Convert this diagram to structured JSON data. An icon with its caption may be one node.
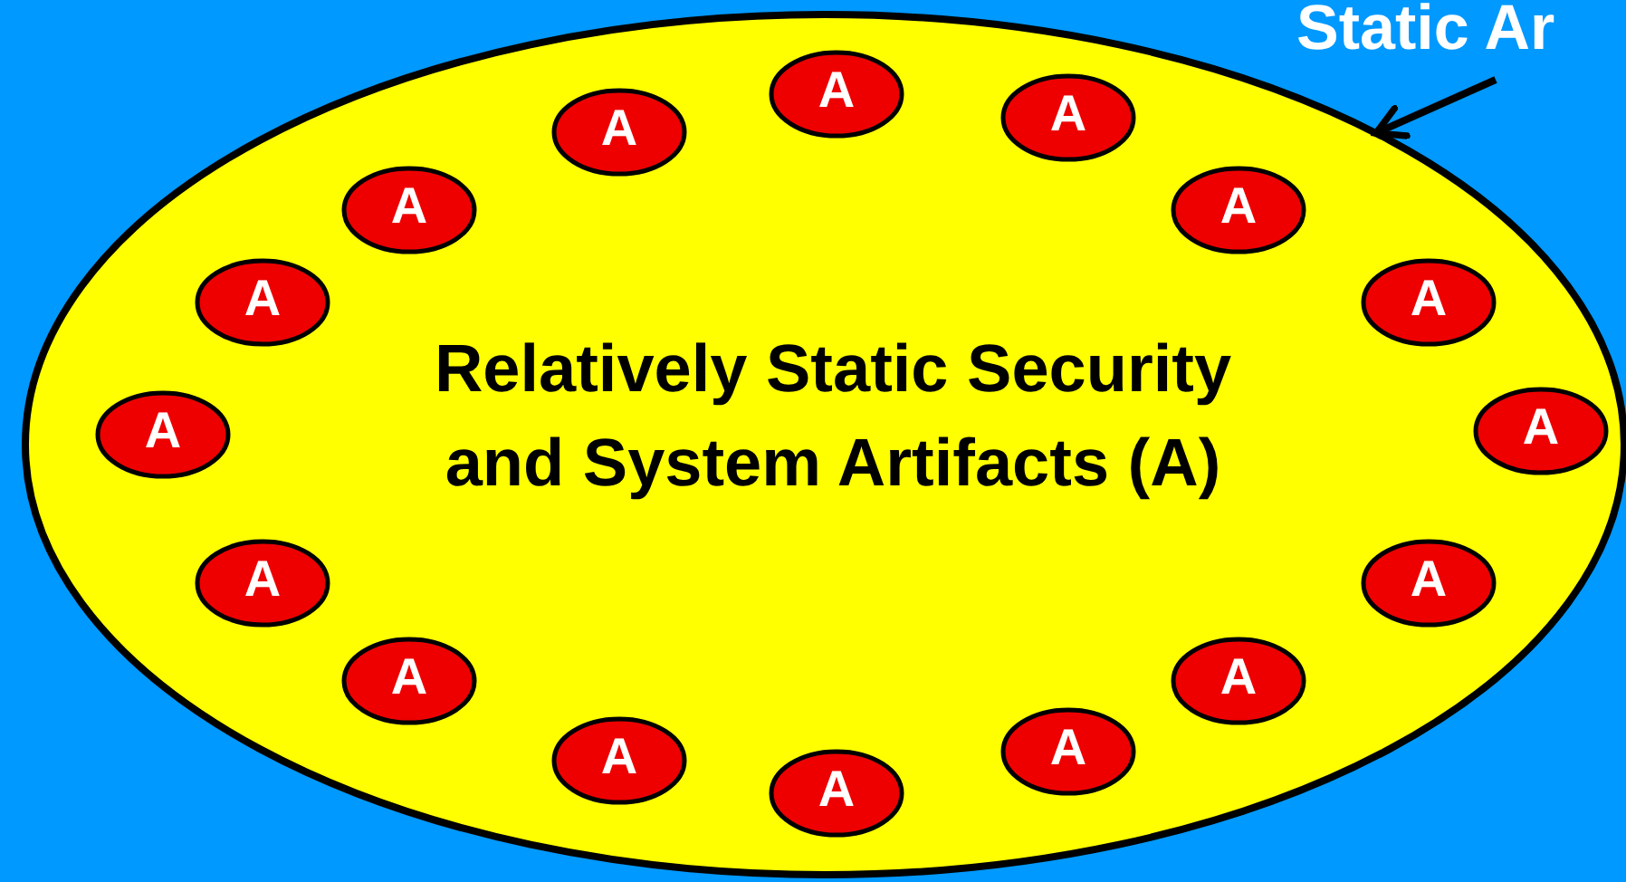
{
  "diagram": {
    "nodes": [
      {
        "text": [
          "Relatively Static Security and System Artifacts (A)"
        ]
      },
      {
        "text": [
          "Static Ar"
        ]
      },
      {
        "text": [
          "A"
        ],
        "in": 0
      },
      {
        "text": [
          "A"
        ],
        "in": 0
      },
      {
        "text": [
          "A"
        ],
        "in": 0
      },
      {
        "text": [
          "A"
        ],
        "in": 0
      },
      {
        "text": [
          "A"
        ],
        "in": 0
      },
      {
        "text": [
          "A"
        ],
        "in": 0
      },
      {
        "text": [
          "A"
        ],
        "in": 0
      },
      {
        "text": [
          "A"
        ],
        "in": 0
      },
      {
        "text": [
          "A"
        ],
        "in": 0
      },
      {
        "text": [
          "A"
        ],
        "in": 0
      },
      {
        "text": [
          "A"
        ],
        "in": 0
      },
      {
        "text": [
          "A"
        ],
        "in": 0
      },
      {
        "text": [
          "A"
        ],
        "in": 0
      },
      {
        "text": [
          "A"
        ],
        "in": 0
      },
      {
        "text": [
          "A"
        ],
        "in": 0
      },
      {
        "text": [
          "A"
        ],
        "in": 0
      }
    ],
    "edges": [
      {
        "from": 1,
        "to": 0,
        "arrow": "to"
      }
    ]
  }
}
